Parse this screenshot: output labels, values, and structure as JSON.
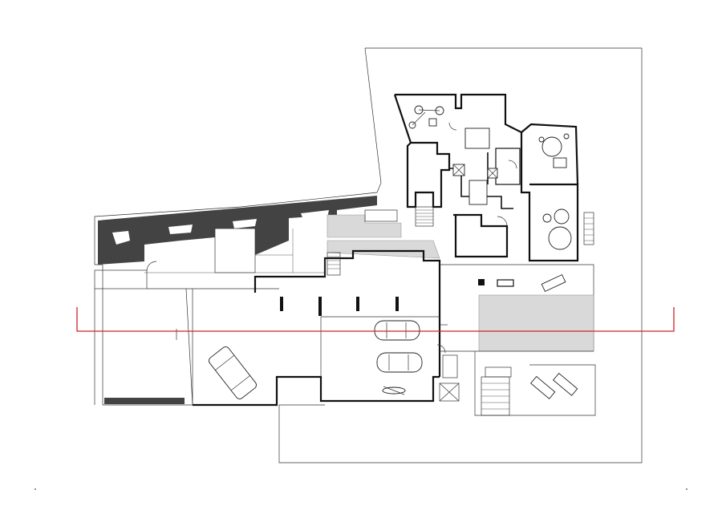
{
  "drawing": {
    "kind": "architectural-floor-plan",
    "colors": {
      "line": "#111111",
      "section_cut": "#d0232a",
      "shaded_area": "#d9d9d9",
      "vegetation": "#222222",
      "background": "#ffffff"
    },
    "elements": {
      "site_boundary": "site-boundary",
      "section_line": "section-line",
      "garden_strip": "garden-vegetation",
      "pool": "pool",
      "cars": [
        "car-suv",
        "car-sedan-1",
        "car-sedan-2"
      ],
      "motorbike": "motorbike",
      "sun_loungers": [
        "lounger-upper",
        "lounger-lower-1",
        "lounger-lower-2"
      ],
      "stairs": [
        "stair-west",
        "stair-north",
        "stair-east",
        "stair-south"
      ],
      "round_tables": [
        "table-round-1",
        "table-round-2"
      ]
    }
  }
}
